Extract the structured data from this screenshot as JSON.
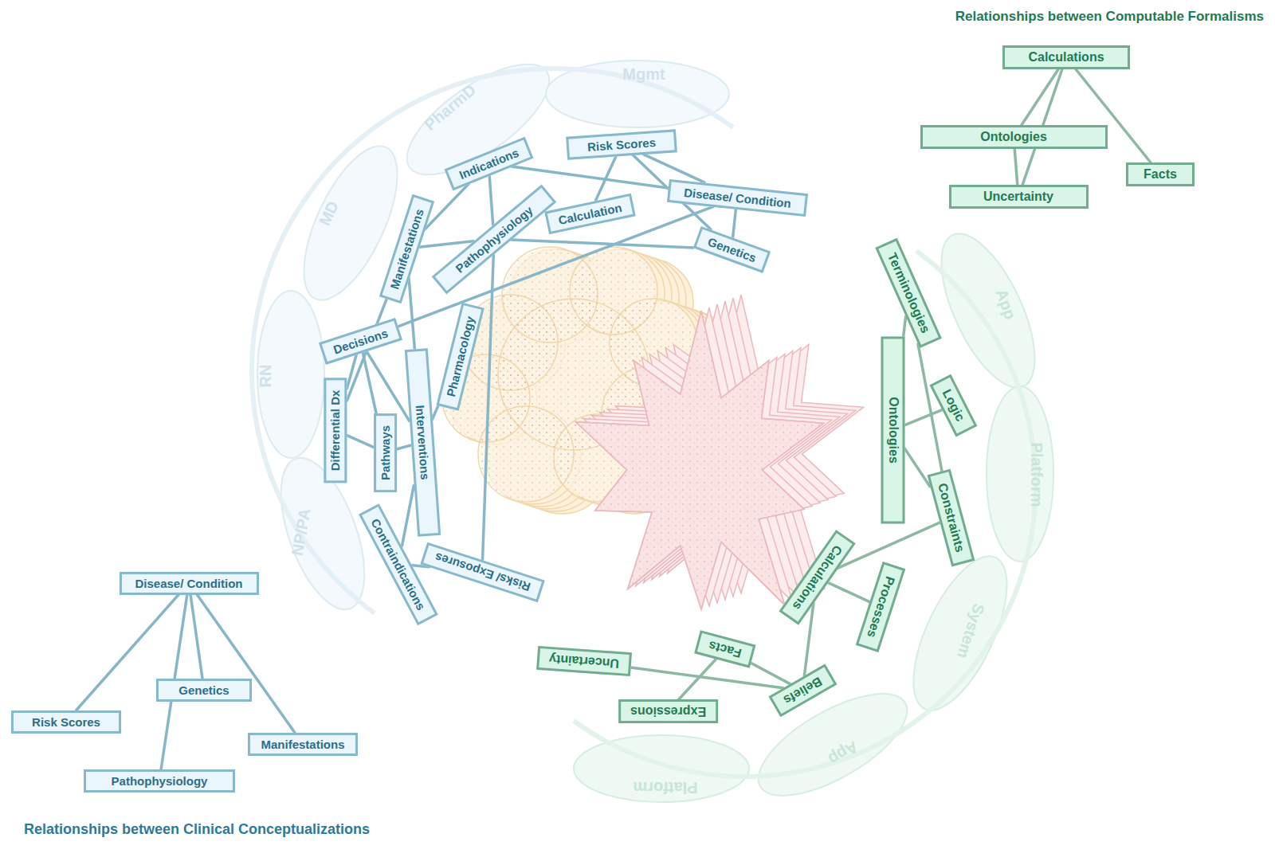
{
  "diagram": {
    "title": "Relationships between Computable Formalisms",
    "caption": "Relationships between Clinical Conceptualizations",
    "nodes": [
      {
        "text": [
          "Calculations"
        ]
      },
      {
        "text": [
          "Ontologies"
        ]
      },
      {
        "text": [
          "Facts"
        ]
      },
      {
        "text": [
          "Uncertainty"
        ]
      },
      {
        "text": [
          "Indications"
        ]
      },
      {
        "text": [
          "Risk Scores"
        ]
      },
      {
        "text": [
          "Disease/ Condition"
        ]
      },
      {
        "text": [
          "Calculation"
        ]
      },
      {
        "text": [
          "Genetics"
        ]
      },
      {
        "text": [
          "Manifestations"
        ]
      },
      {
        "text": [
          "Pathophysiology"
        ]
      },
      {
        "text": [
          "Decisions"
        ]
      },
      {
        "text": [
          "Pharmacology"
        ]
      },
      {
        "text": [
          "Differential Dx"
        ]
      },
      {
        "text": [
          "Pathways"
        ]
      },
      {
        "text": [
          "Interventions"
        ]
      },
      {
        "text": [
          "Contraindications"
        ]
      },
      {
        "text": [
          "Risks/ Exposures"
        ]
      },
      {
        "text": [
          "Terminologies"
        ]
      },
      {
        "text": [
          "Ontologies"
        ]
      },
      {
        "text": [
          "Logic"
        ]
      },
      {
        "text": [
          "Constraints"
        ]
      },
      {
        "text": [
          "Calculations"
        ]
      },
      {
        "text": [
          "Processes"
        ]
      },
      {
        "text": [
          "Facts"
        ]
      },
      {
        "text": [
          "Uncertainty"
        ]
      },
      {
        "text": [
          "Expressions"
        ]
      },
      {
        "text": [
          "Beliefs"
        ]
      },
      {
        "text": [
          "Disease/ Condition"
        ]
      },
      {
        "text": [
          "Genetics"
        ]
      },
      {
        "text": [
          "Risk Scores"
        ]
      },
      {
        "text": [
          "Manifestations"
        ]
      },
      {
        "text": [
          "Pathophysiology"
        ]
      }
    ],
    "edges": [
      {
        "from": 0,
        "to": 1,
        "arrow": "none"
      },
      {
        "from": 0,
        "to": 2,
        "arrow": "none"
      },
      {
        "from": 0,
        "to": 3,
        "arrow": "none"
      },
      {
        "from": 1,
        "to": 3,
        "arrow": "none"
      },
      {
        "from": 4,
        "to": 6,
        "arrow": "none"
      },
      {
        "from": 4,
        "to": 9,
        "arrow": "none"
      },
      {
        "from": 4,
        "to": 10,
        "arrow": "none"
      },
      {
        "from": 5,
        "to": 7,
        "arrow": "none"
      },
      {
        "from": 5,
        "to": 6,
        "arrow": "none"
      },
      {
        "from": 5,
        "to": 8,
        "arrow": "none"
      },
      {
        "from": 6,
        "to": 8,
        "arrow": "none"
      },
      {
        "from": 10,
        "to": 8,
        "arrow": "none"
      },
      {
        "from": 9,
        "to": 10,
        "arrow": "none"
      },
      {
        "from": 9,
        "to": 15,
        "arrow": "none"
      },
      {
        "from": 9,
        "to": 13,
        "arrow": "none"
      },
      {
        "from": 11,
        "to": 6,
        "arrow": "none"
      },
      {
        "from": 11,
        "to": 13,
        "arrow": "none"
      },
      {
        "from": 11,
        "to": 14,
        "arrow": "none"
      },
      {
        "from": 11,
        "to": 15,
        "arrow": "none"
      },
      {
        "from": 15,
        "to": 12,
        "arrow": "none"
      },
      {
        "from": 13,
        "to": 14,
        "arrow": "none"
      },
      {
        "from": 14,
        "to": 15,
        "arrow": "none"
      },
      {
        "from": 15,
        "to": 16,
        "arrow": "none"
      },
      {
        "from": 16,
        "to": 17,
        "arrow": "none"
      },
      {
        "from": 10,
        "to": 17,
        "arrow": "none"
      },
      {
        "from": 18,
        "to": 19,
        "arrow": "none"
      },
      {
        "from": 18,
        "to": 21,
        "arrow": "none"
      },
      {
        "from": 19,
        "to": 20,
        "arrow": "none"
      },
      {
        "from": 19,
        "to": 21,
        "arrow": "none"
      },
      {
        "from": 21,
        "to": 22,
        "arrow": "none"
      },
      {
        "from": 22,
        "to": 23,
        "arrow": "none"
      },
      {
        "from": 22,
        "to": 27,
        "arrow": "none"
      },
      {
        "from": 24,
        "to": 27,
        "arrow": "none"
      },
      {
        "from": 24,
        "to": 26,
        "arrow": "none"
      },
      {
        "from": 25,
        "to": 27,
        "arrow": "none"
      },
      {
        "from": 28,
        "to": 30,
        "arrow": "none"
      },
      {
        "from": 28,
        "to": 29,
        "arrow": "none"
      },
      {
        "from": 28,
        "to": 32,
        "arrow": "none"
      },
      {
        "from": 28,
        "to": 31,
        "arrow": "none"
      }
    ],
    "labels": [
      "PharmD",
      "Mgmt",
      "MD",
      "RN",
      "NP/PA",
      "App",
      "Platform",
      "System",
      "App",
      "Platform"
    ]
  }
}
